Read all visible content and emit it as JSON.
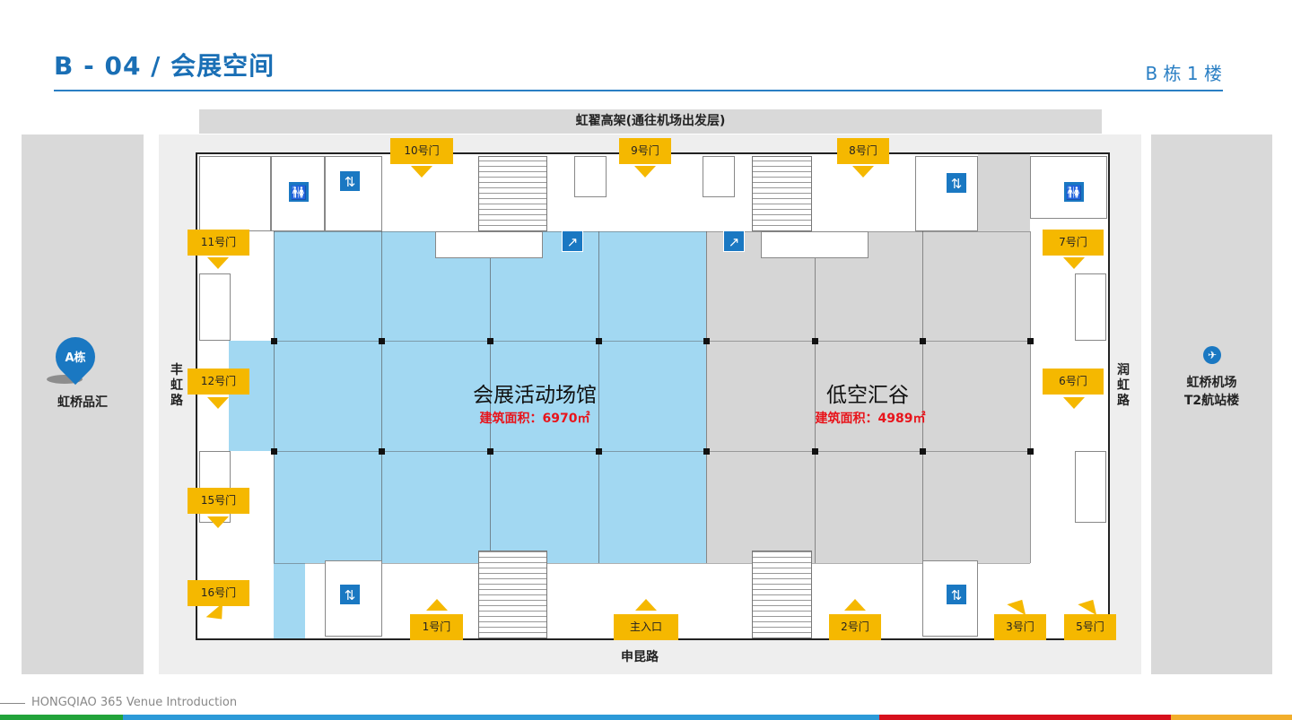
{
  "header": {
    "title": "B - 04 / 会展空间",
    "floor": "B 栋 1 楼"
  },
  "top_road": "虹翟高架(通往机场出发层)",
  "left_panel": {
    "badge": "A栋",
    "label": "虹桥品汇"
  },
  "right_panel": {
    "icon": "airplane-icon",
    "label_line1": "虹桥机场",
    "label_line2": "T2航站楼"
  },
  "roads": {
    "west": "丰虹路",
    "east": "润虹路",
    "south": "申昆路"
  },
  "halls": [
    {
      "name": "会展活动场馆",
      "area": "建筑面积：6970㎡",
      "color": "#a2d8f2"
    },
    {
      "name": "低空汇谷",
      "area": "建筑面积：4989㎡",
      "color": "#d6d6d6"
    }
  ],
  "gates": {
    "g10": "10号门",
    "g9": "9号门",
    "g8": "8号门",
    "g11": "11号门",
    "g7": "7号门",
    "g12": "12号门",
    "g6": "6号门",
    "g15": "15号门",
    "g16": "16号门",
    "g1": "1号门",
    "main": "主入口",
    "g2": "2号门",
    "g3": "3号门",
    "g5": "5号门"
  },
  "footer": "HONGQIAO 365 Venue Introduction",
  "colors": {
    "accent": "#1a6fb5",
    "gate": "#f5b800",
    "area_text": "#e8141b",
    "bar": [
      "#22a33a",
      "#2c9ad8",
      "#d7101c",
      "#f2ae2b"
    ]
  }
}
